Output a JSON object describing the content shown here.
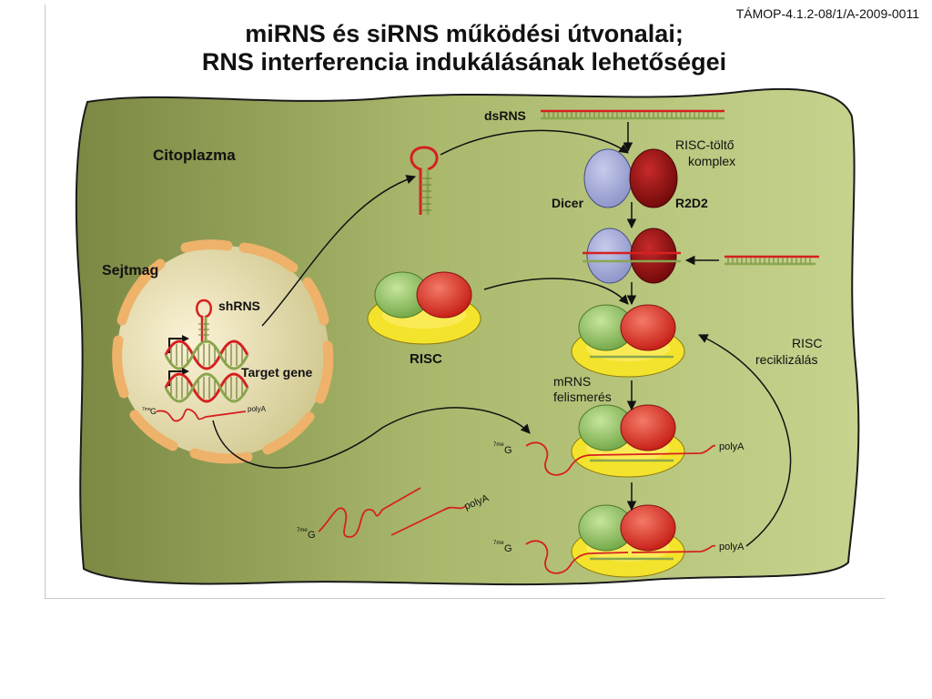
{
  "header": {
    "code": "TÁMOP-4.1.2-08/1/A-2009-0011",
    "title_line1": "miRNS és siRNS működési útvonalai;",
    "title_line2": "RNS interferencia indukálásának lehetőségei"
  },
  "labels": {
    "cytoplasm": "Citoplazma",
    "nucleus": "Sejtmag",
    "shrna": "shRNS",
    "target_gene": "Target gene",
    "dsrna": "dsRNS",
    "risc_loading_1": "RISC-töltő",
    "risc_loading_2": "komplex",
    "dicer": "Dicer",
    "r2d2": "R2D2",
    "risc": "RISC",
    "mrna_recog_1": "mRNS",
    "mrna_recog_2": "felismerés",
    "risc_recycle_1": "RISC",
    "risc_recycle_2": "reciklizálás",
    "cap": "G",
    "cap_sup": "7me",
    "polya": "polyA"
  },
  "colors": {
    "cell_dark": "#7d8a45",
    "cell_light": "#c3d08a",
    "nucleus_ring": "#eeb26a",
    "rna_red": "#d62020",
    "rna_green": "#8aa64e",
    "dicer_blue": "#a6acd6",
    "r2d2_red": "#9a1313",
    "risc_yellow": "#f6e52e",
    "risc_green": "#9cc86a",
    "risc_red": "#e03a2a"
  }
}
